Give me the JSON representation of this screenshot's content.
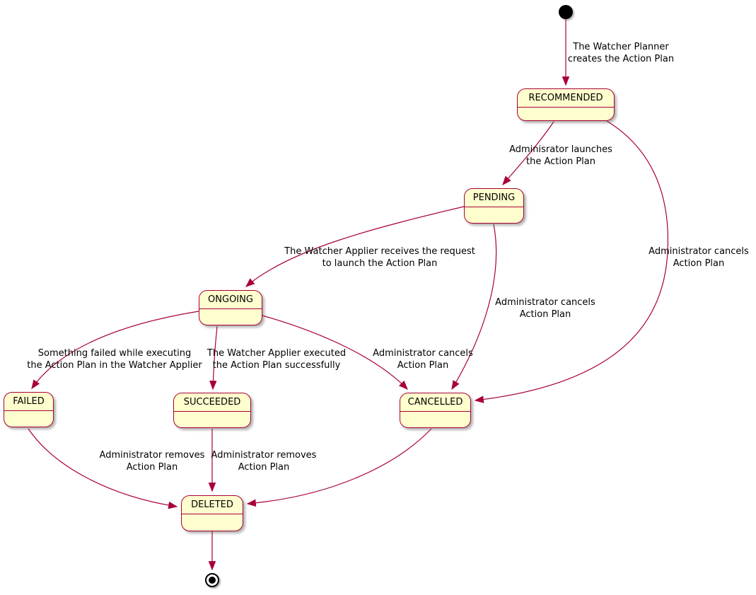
{
  "diagram": {
    "type": "state-diagram",
    "colors": {
      "state_fill": "#FEFECE",
      "state_border": "#A80036",
      "arrow": "#A80036",
      "label_text": "#000000",
      "background": "#FFFFFF"
    },
    "states": [
      {
        "id": "initial",
        "kind": "initial"
      },
      {
        "id": "RECOMMENDED",
        "kind": "state",
        "label": "RECOMMENDED"
      },
      {
        "id": "PENDING",
        "kind": "state",
        "label": "PENDING"
      },
      {
        "id": "ONGOING",
        "kind": "state",
        "label": "ONGOING"
      },
      {
        "id": "FAILED",
        "kind": "state",
        "label": "FAILED"
      },
      {
        "id": "SUCCEEDED",
        "kind": "state",
        "label": "SUCCEEDED"
      },
      {
        "id": "CANCELLED",
        "kind": "state",
        "label": "CANCELLED"
      },
      {
        "id": "DELETED",
        "kind": "state",
        "label": "DELETED"
      },
      {
        "id": "final",
        "kind": "final"
      }
    ],
    "transitions": [
      {
        "from": "initial",
        "to": "RECOMMENDED",
        "label": [
          "The Watcher Planner",
          "creates the Action Plan"
        ]
      },
      {
        "from": "RECOMMENDED",
        "to": "PENDING",
        "label": [
          "Adminisrator launches",
          "the Action Plan"
        ]
      },
      {
        "from": "PENDING",
        "to": "ONGOING",
        "label": [
          "The Watcher Applier receives the request",
          "to launch the Action Plan"
        ]
      },
      {
        "from": "ONGOING",
        "to": "FAILED",
        "label": [
          "Something failed while executing",
          "the Action Plan in the Watcher Applier"
        ]
      },
      {
        "from": "ONGOING",
        "to": "SUCCEEDED",
        "label": [
          "The Watcher Applier executed",
          "the Action Plan successfully"
        ]
      },
      {
        "from": "ONGOING",
        "to": "CANCELLED",
        "label": [
          "Administrator cancels",
          "Action Plan"
        ]
      },
      {
        "from": "PENDING",
        "to": "CANCELLED",
        "label": [
          "Administrator cancels",
          "Action Plan"
        ]
      },
      {
        "from": "RECOMMENDED",
        "to": "CANCELLED",
        "label": [
          "Administrator cancels",
          "Action Plan"
        ]
      },
      {
        "from": "FAILED",
        "to": "DELETED",
        "label": [
          "Administrator removes",
          "Action Plan"
        ]
      },
      {
        "from": "SUCCEEDED",
        "to": "DELETED",
        "label": [
          "Administrator removes",
          "Action Plan"
        ]
      },
      {
        "from": "CANCELLED",
        "to": "DELETED"
      },
      {
        "from": "DELETED",
        "to": "final"
      }
    ]
  }
}
